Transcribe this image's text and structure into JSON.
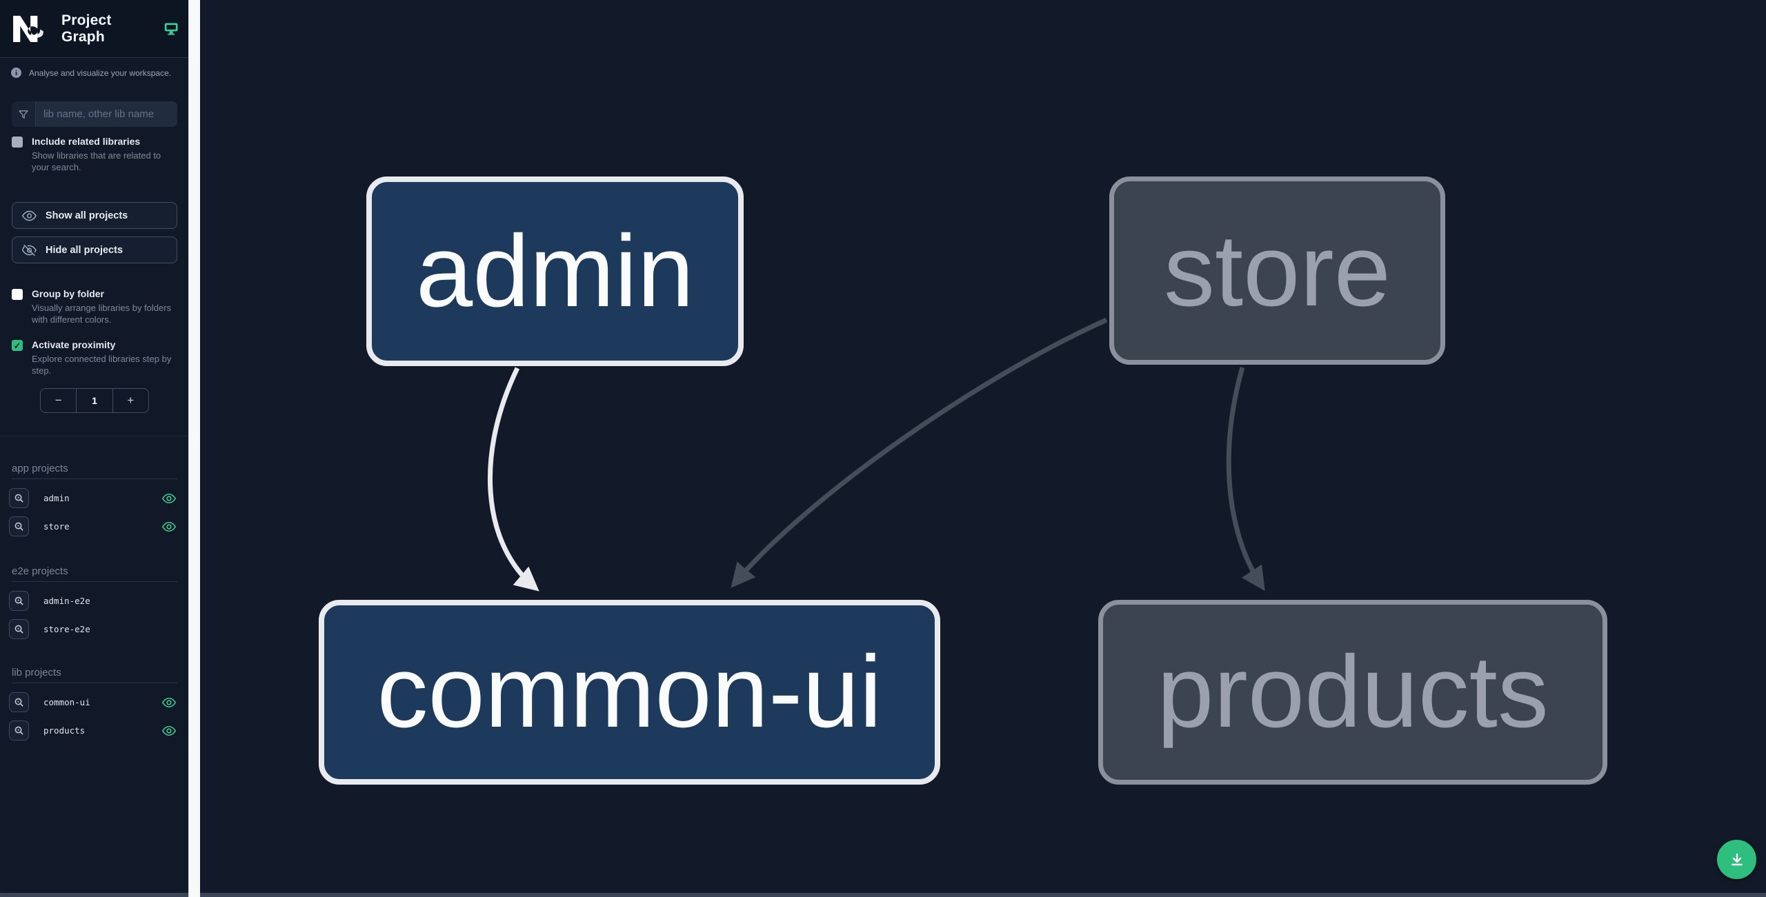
{
  "header": {
    "logo": "Nx",
    "title": "Project Graph"
  },
  "intro": {
    "text": "Analyse and visualize your workspace."
  },
  "search": {
    "placeholder": "lib name, other lib name",
    "value": ""
  },
  "options": {
    "include_related": {
      "label": "Include related libraries",
      "description": "Show libraries that are related to your search.",
      "checked": false
    },
    "show_all_label": "Show all projects",
    "hide_all_label": "Hide all projects",
    "group_by_folder": {
      "label": "Group by folder",
      "description": "Visually arrange libraries by folders with different colors.",
      "checked": false
    },
    "activate_proximity": {
      "label": "Activate proximity",
      "description": "Explore connected libraries step by step.",
      "checked": true,
      "checkmark": "✓"
    },
    "stepper": {
      "decrement": "−",
      "value": "1",
      "increment": "+"
    }
  },
  "sections": [
    {
      "title": "app projects",
      "items": [
        {
          "name": "admin",
          "visible_in_graph": true
        },
        {
          "name": "store",
          "visible_in_graph": true
        }
      ]
    },
    {
      "title": "e2e projects",
      "items": [
        {
          "name": "admin-e2e",
          "visible_in_graph": false
        },
        {
          "name": "store-e2e",
          "visible_in_graph": false
        }
      ]
    },
    {
      "title": "lib projects",
      "items": [
        {
          "name": "common-ui",
          "visible_in_graph": true
        },
        {
          "name": "products",
          "visible_in_graph": true
        }
      ]
    }
  ],
  "graph": {
    "nodes": [
      {
        "id": "admin",
        "label": "admin",
        "state": "highlighted"
      },
      {
        "id": "store",
        "label": "store",
        "state": "dimmed"
      },
      {
        "id": "common-ui",
        "label": "common-ui",
        "state": "highlighted"
      },
      {
        "id": "products",
        "label": "products",
        "state": "dimmed"
      }
    ],
    "edges": [
      {
        "from": "admin",
        "to": "common-ui",
        "state": "highlighted"
      },
      {
        "from": "store",
        "to": "common-ui",
        "state": "dimmed"
      },
      {
        "from": "store",
        "to": "products",
        "state": "dimmed"
      }
    ]
  },
  "colors": {
    "accent_green": "#2ebe7e",
    "eye_icon_green": "#3ecf92",
    "monitor_icon_green": "#34d399",
    "node_highlight_fill": "#1d395b",
    "node_highlight_border": "#e8eaed",
    "node_dimmed_fill": "#3c4450",
    "node_dimmed_border": "#8b919c",
    "edge_highlight": "#e8eaed",
    "edge_dimmed": "#454d5a",
    "sidebar_bg": "#111827",
    "canvas_bg": "#121a29"
  }
}
